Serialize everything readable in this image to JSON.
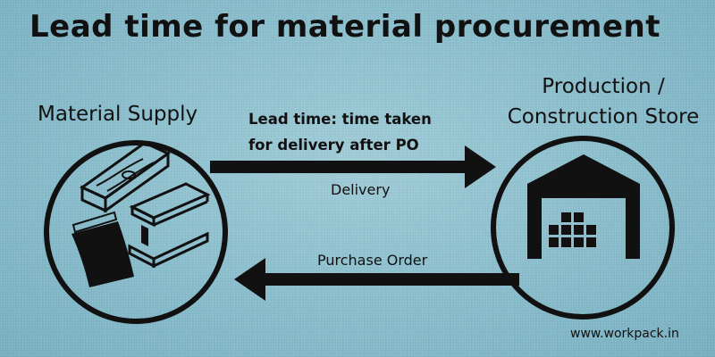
{
  "title": "Lead time for material procurement",
  "nodes": {
    "supply": {
      "label": "Material Supply"
    },
    "store": {
      "label_line1": "Production /",
      "label_line2": "Construction Store"
    }
  },
  "arrows": {
    "delivery": {
      "label": "Delivery"
    },
    "purchase_order": {
      "label": "Purchase Order"
    }
  },
  "lead_time_note": {
    "line1": "Lead time: time taken",
    "line2": "for delivery after PO"
  },
  "website": "www.workpack.in",
  "colors": {
    "background": "#89bccb",
    "ink": "#111111"
  },
  "icons": {
    "supply": "construction-materials-icon",
    "store": "warehouse-icon"
  }
}
